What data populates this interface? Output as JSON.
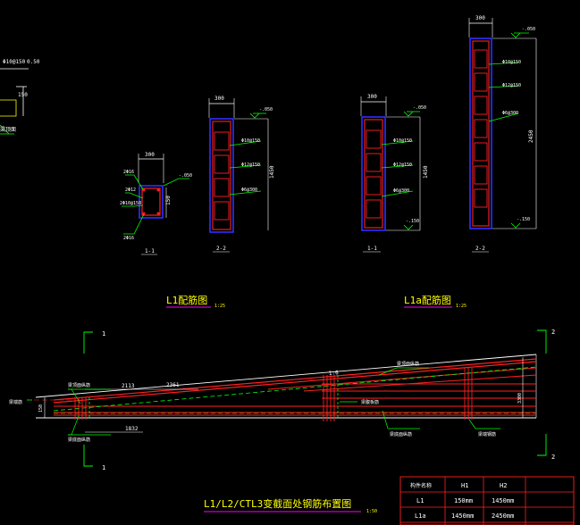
{
  "colors": {
    "background": "#000000",
    "white": "#ffffff",
    "blue": "#3030ff",
    "red": "#ff2020",
    "green": "#00ff00",
    "yellow": "#ffff00",
    "magenta": "#ff00ff"
  },
  "sections": {
    "s11": {
      "width_dim": "300",
      "height_dim": "150",
      "bars_label": "2Φ10@150",
      "top_bars": "2Φ16",
      "side_bars": "2Φ12",
      "bot_bars": "2Φ16",
      "elev": "-.050",
      "name": "1-1"
    },
    "s22": {
      "width_dim": "300",
      "height_dim": "1450",
      "elev": "-.050",
      "stirrup_a": "Φ10@150",
      "stirrup_b": "Φ12@150",
      "stirrup_c": "Φ6@300",
      "name": "2-2"
    },
    "s11a": {
      "width_dim": "300",
      "height_dim": "1450",
      "elev_top": "-.050",
      "elev_bot": "-.150",
      "stirrup_a": "Φ10@150",
      "stirrup_b": "Φ12@150",
      "stirrup_c": "Φ6@300",
      "name": "1-1"
    },
    "s22a": {
      "width_dim": "300",
      "height_dim": "2450",
      "elev_top": "-.050",
      "elev_bot": "-.150",
      "stirrup_a": "Φ10@150",
      "stirrup_b": "Φ12@150",
      "stirrup_c": "Φ6@300",
      "name": "2-2"
    }
  },
  "titles": {
    "l1": "L1配筋图",
    "l1_scale": "1:25",
    "l1a": "L1a配筋图",
    "l1a_scale": "1:25",
    "main": "L1/L2/CTL3变截面处钢筋布置图",
    "main_scale": "1:50"
  },
  "elevation": {
    "cut_left": "1",
    "cut_right": "2",
    "dim_a": "2113",
    "dim_b": "2361",
    "dim_c": "1832",
    "left_height": "150",
    "right_height": "3300",
    "slope": "1:6",
    "labels": {
      "top_left": "梁顶面纵筋",
      "bottom_left": "梁底面纵筋",
      "top_right": "梁顶面纵筋",
      "side_mid": "梁腹板筋",
      "bottom_mid": "梁底面纵筋",
      "end_right": "梁端钢筋",
      "left_edge": "梁端筋"
    }
  },
  "table": {
    "headers": [
      "构件名称",
      "H1",
      "H2"
    ],
    "rows": [
      [
        "L1",
        "150mm",
        "1450mm"
      ],
      [
        "L1a",
        "1450mm",
        "2450mm"
      ]
    ]
  },
  "left_fragment": {
    "label_a": "Φ10@150",
    "label_b": "150",
    "label_c": "梁顶面",
    "label_d": "0.50"
  }
}
